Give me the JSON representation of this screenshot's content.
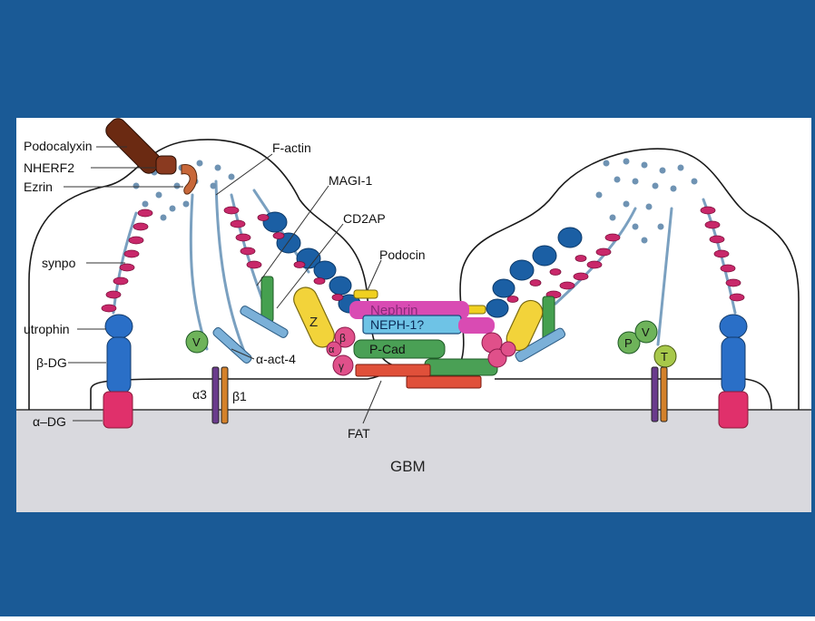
{
  "colors": {
    "slide_background": "#1a5a96",
    "panel": "#ffffff",
    "gbm": "#d9d9de",
    "cell_outline": "#1a1a1a",
    "actin_dot": "#6f93b3",
    "synpo_bead": "#c8286a",
    "cd2ap_blue": "#1b5fa4",
    "utrophin_blue": "#2a6fc7",
    "dg_pink": "#e0306b",
    "podocalyxin": "#6b2a12",
    "nherf2": "#8a3a20",
    "ezrin": "#c8683a",
    "vinculin_green": "#6eb35a",
    "talin_green": "#a7c84a",
    "actinin_blue": "#7bb0d8",
    "integrin_purple": "#6a3b8c",
    "integrin_orange": "#d4812a",
    "zo1_yellow": "#f2d33a",
    "nephrin_magenta": "#d94bb3",
    "neph1_fill": "#6ec3e6",
    "pcad_green": "#4aa055",
    "fat_red": "#e0503a",
    "catenin_pink": "#e0508a",
    "magi_green": "#45a04f",
    "podocin_yellow": "#f0d020"
  },
  "labels": {
    "podocalyxin": "Podocalyxin",
    "nherf2": "NHERF2",
    "ezrin": "Ezrin",
    "f_actin": "F-actin",
    "magi1": "MAGI-1",
    "cd2ap": "CD2AP",
    "podocin": "Podocin",
    "synpo": "synpo",
    "utrophin": "utrophin",
    "beta_dg": "β-DG",
    "alpha_dg": "α–DG",
    "alpha_act4": "α-act-4",
    "nephrin": "Nephrin",
    "neph1": "NEPH-1?",
    "pcad": "P-Cad",
    "fat": "FAT",
    "gbm": "GBM",
    "z": "Z",
    "beta_cat": "β",
    "alpha_cat": "α",
    "gamma_cat": "γ",
    "v_left": "V",
    "p_right": "P",
    "v_right": "V",
    "t_right": "T",
    "alpha3": "α3",
    "beta1": "β1"
  }
}
